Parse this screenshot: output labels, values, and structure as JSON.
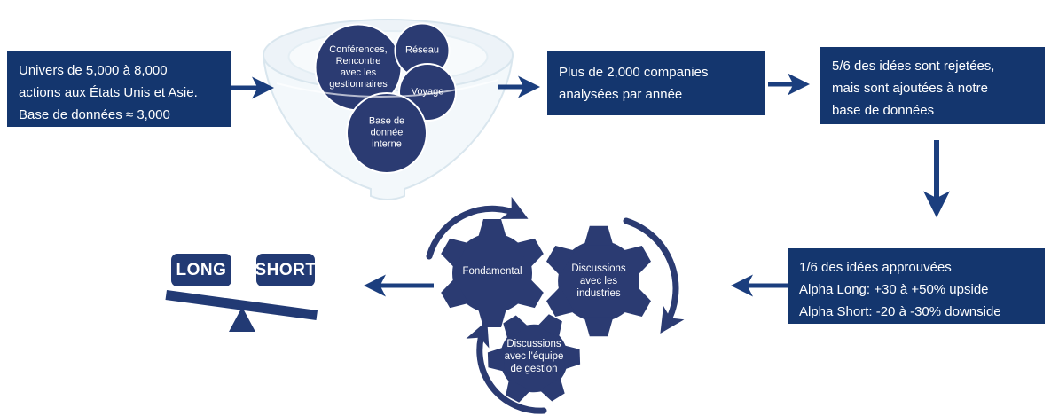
{
  "palette": {
    "box_navy": "#14366e",
    "shape_navy": "#2b3b72",
    "arrow_navy": "#1b3e7e",
    "seesaw_navy": "#223a74",
    "funnel_stroke": "#d9e6ee",
    "funnel_fill": "#f3f8fb",
    "text_white": "#ffffff"
  },
  "flow": {
    "universe_box": {
      "lines": [
        "Univers de 5,000 à 8,000",
        "actions aux États Unis et Asie.",
        "Base de données ≈ 3,000"
      ]
    },
    "companies_box": {
      "lines": [
        "Plus de 2,000 companies",
        "analysées par année"
      ]
    },
    "rejected_box": {
      "lines": [
        "5/6 des idées sont rejetées,",
        "mais sont ajoutées à notre",
        "base de données"
      ]
    },
    "approved_box": {
      "lines": [
        "1/6 des idées approuvées",
        "Alpha Long: +30 à +50% upside",
        "Alpha Short: -20 à -30% downside"
      ]
    }
  },
  "funnel": {
    "conferences_circle": {
      "lines": [
        "Conférences,",
        "Rencontre",
        "avec les",
        "gestionnaires"
      ]
    },
    "network_circle": {
      "lines": [
        "Réseau"
      ]
    },
    "travel_circle": {
      "lines": [
        "Voyage"
      ]
    },
    "database_circle": {
      "lines": [
        "Base de",
        "donnée",
        "interne"
      ]
    }
  },
  "gears": {
    "fundamental": {
      "lines": [
        "Fondamental"
      ]
    },
    "industries": {
      "lines": [
        "Discussions",
        "avec les",
        "industries"
      ]
    },
    "management": {
      "lines": [
        "Discussions",
        "avec l'équipe",
        "de gestion"
      ]
    }
  },
  "balance": {
    "long_label": "LONG",
    "short_label": "SHORT"
  }
}
